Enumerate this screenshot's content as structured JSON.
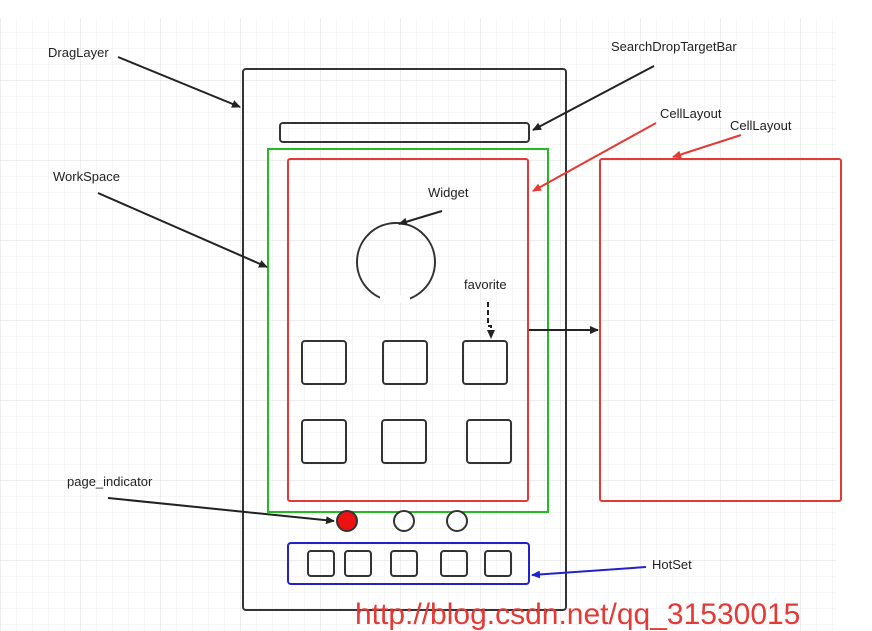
{
  "labels": {
    "drag_layer": "DragLayer",
    "search_drop_target_bar": "SearchDropTargetBar",
    "cell_layout_inner": "CellLayout",
    "cell_layout_outer": "CellLayout",
    "workspace": "WorkSpace",
    "widget": "Widget",
    "favorite": "favorite",
    "page_indicator": "page_indicator",
    "hotseat": "HotSet"
  },
  "watermark": "http://blog.csdn.net/qq_31530015",
  "colors": {
    "frame": "#333333",
    "workspace": "#22bb22",
    "cell_layout": "#e53935",
    "hotseat": "#2222cc",
    "page_indicator_active": "#ee1111",
    "grid": "#e6e6e6",
    "watermark": "#e53935"
  },
  "page_indicator": {
    "count": 3,
    "active_index": 0
  },
  "favorites": {
    "rows": 2,
    "columns": 3
  },
  "hotseat_items": 5
}
